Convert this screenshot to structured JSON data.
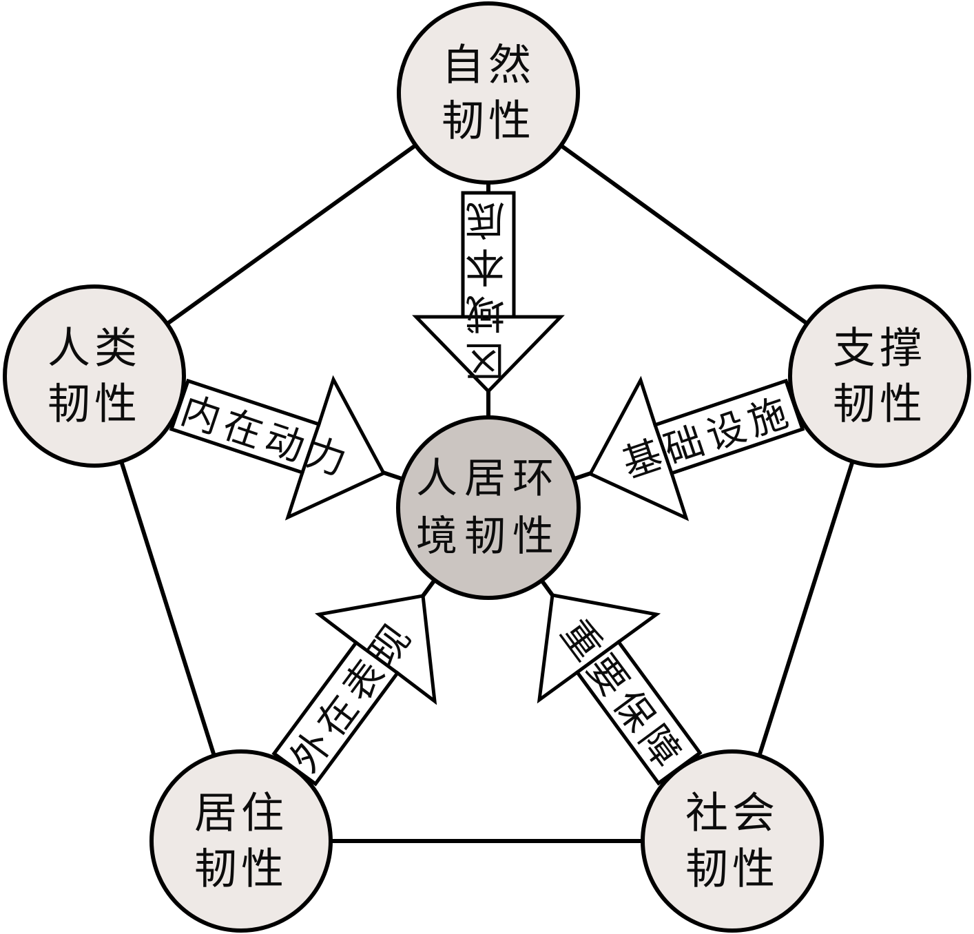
{
  "diagram": {
    "type": "concept-pentagon",
    "center_node": {
      "id": "human-settlement-environment-resilience",
      "label": "人居环境韧性"
    },
    "nodes": [
      {
        "id": "natural-resilience",
        "label": "自然韧性",
        "position": "top"
      },
      {
        "id": "human-resilience",
        "label": "人类韧性",
        "position": "left"
      },
      {
        "id": "support-resilience",
        "label": "支撑韧性",
        "position": "right"
      },
      {
        "id": "living-resilience",
        "label": "居住韧性",
        "position": "bottom-left"
      },
      {
        "id": "social-resilience",
        "label": "社会韧性",
        "position": "bottom-right"
      }
    ],
    "arrows": [
      {
        "from": "natural-resilience",
        "to": "human-settlement-environment-resilience",
        "label": "区域本底"
      },
      {
        "from": "human-resilience",
        "to": "human-settlement-environment-resilience",
        "label": "内在动力"
      },
      {
        "from": "support-resilience",
        "to": "human-settlement-environment-resilience",
        "label": "基础设施"
      },
      {
        "from": "living-resilience",
        "to": "human-settlement-environment-resilience",
        "label": "外在表现"
      },
      {
        "from": "social-resilience",
        "to": "human-settlement-environment-resilience",
        "label": "重要保障"
      }
    ],
    "colors": {
      "outer_node_fill": "#eee9e6",
      "center_node_fill": "#cbc5c1",
      "stroke": "#000000",
      "arrow_fill": "#ffffff",
      "background": "#ffffff"
    }
  }
}
